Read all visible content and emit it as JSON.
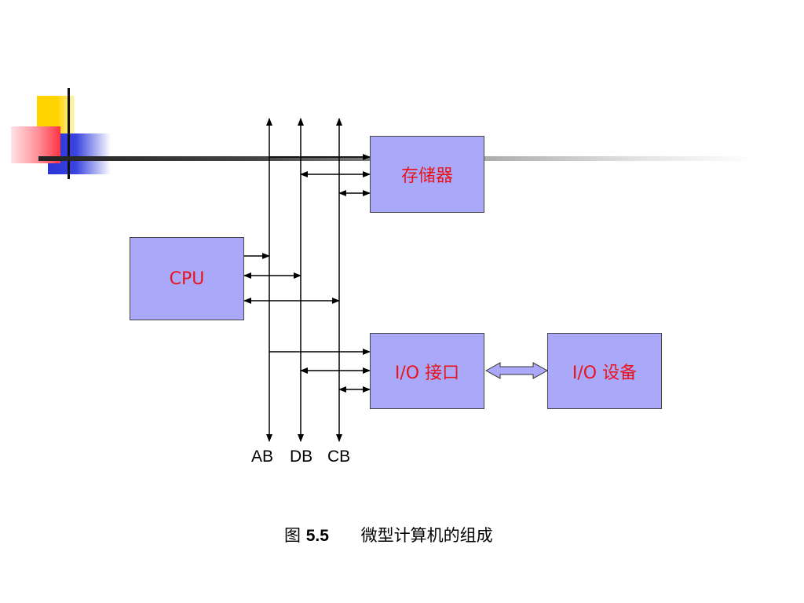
{
  "blocks": {
    "memory": "存储器",
    "cpu": "CPU",
    "io_interface": "I/O 接口",
    "io_device": "I/O 设备"
  },
  "bus_labels": {
    "ab": "AB",
    "db": "DB",
    "cb": "CB"
  },
  "caption": {
    "prefix": "图",
    "number": "5.5",
    "title": "微型计算机的组成"
  },
  "colors": {
    "block_fill": "#aaa8f8",
    "block_text": "#e8141c",
    "block_border": "#444444"
  }
}
